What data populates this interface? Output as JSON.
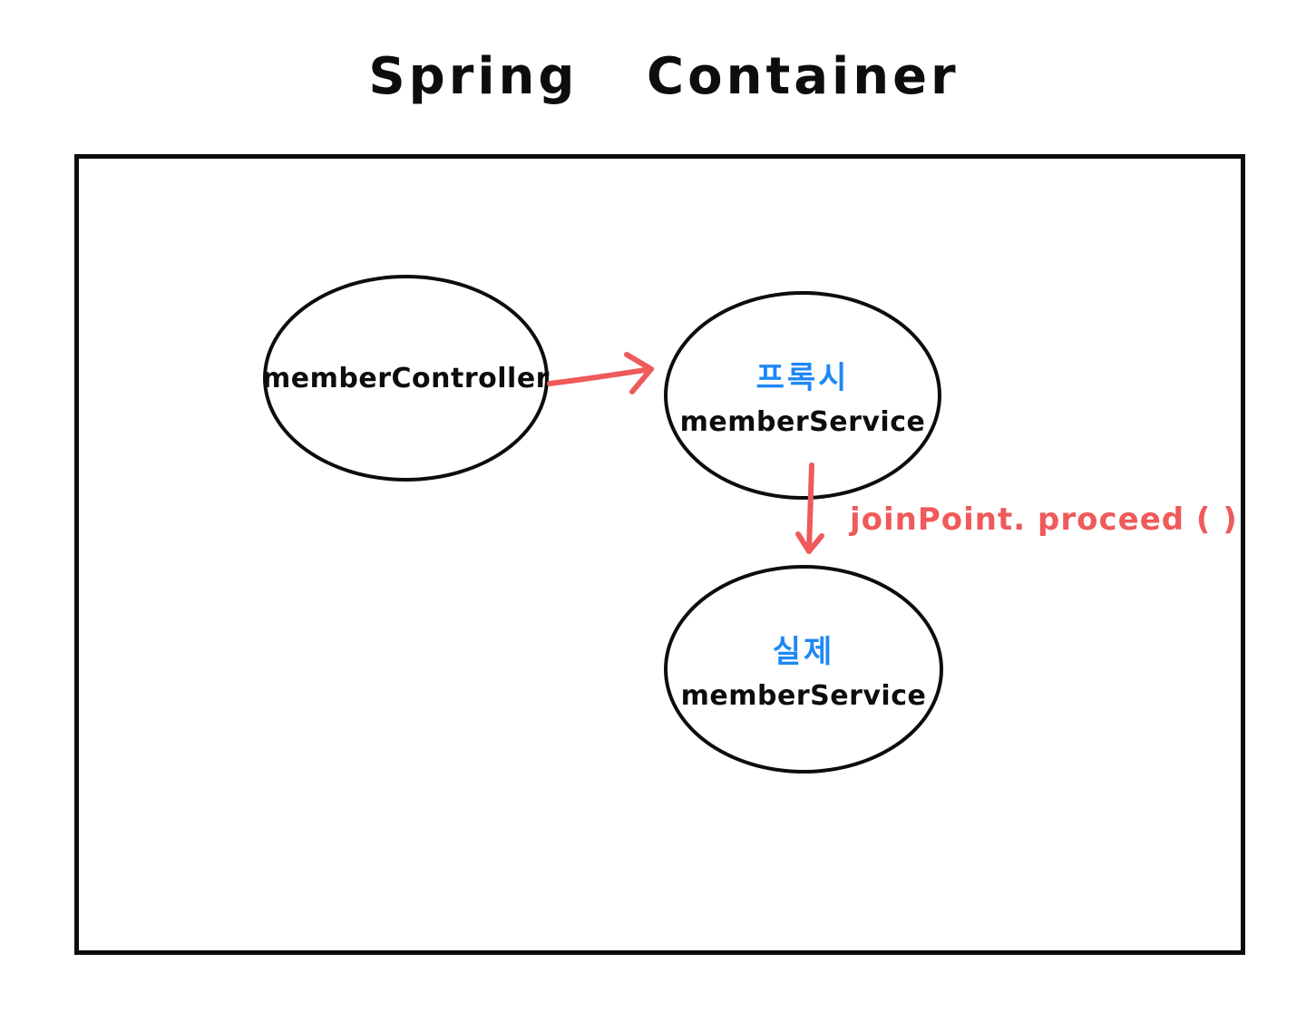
{
  "title": "Spring Container",
  "colors": {
    "stroke_black": "#0d0d0d",
    "accent_red": "#ef5a5a",
    "accent_blue": "#1e88f5",
    "background": "#ffffff"
  },
  "nodes": {
    "memberController": {
      "label": "memberController"
    },
    "proxyMemberService": {
      "sublabel": "프록시",
      "label": "memberService"
    },
    "actualMemberService": {
      "sublabel": "실제",
      "label": "memberService"
    }
  },
  "arrows": {
    "controllerToProxy": {
      "from": "memberController",
      "to": "proxyMemberService",
      "label": ""
    },
    "proxyToActual": {
      "from": "proxyMemberService",
      "to": "actualMemberService",
      "label": "joinPoint. proceed ( )"
    }
  }
}
